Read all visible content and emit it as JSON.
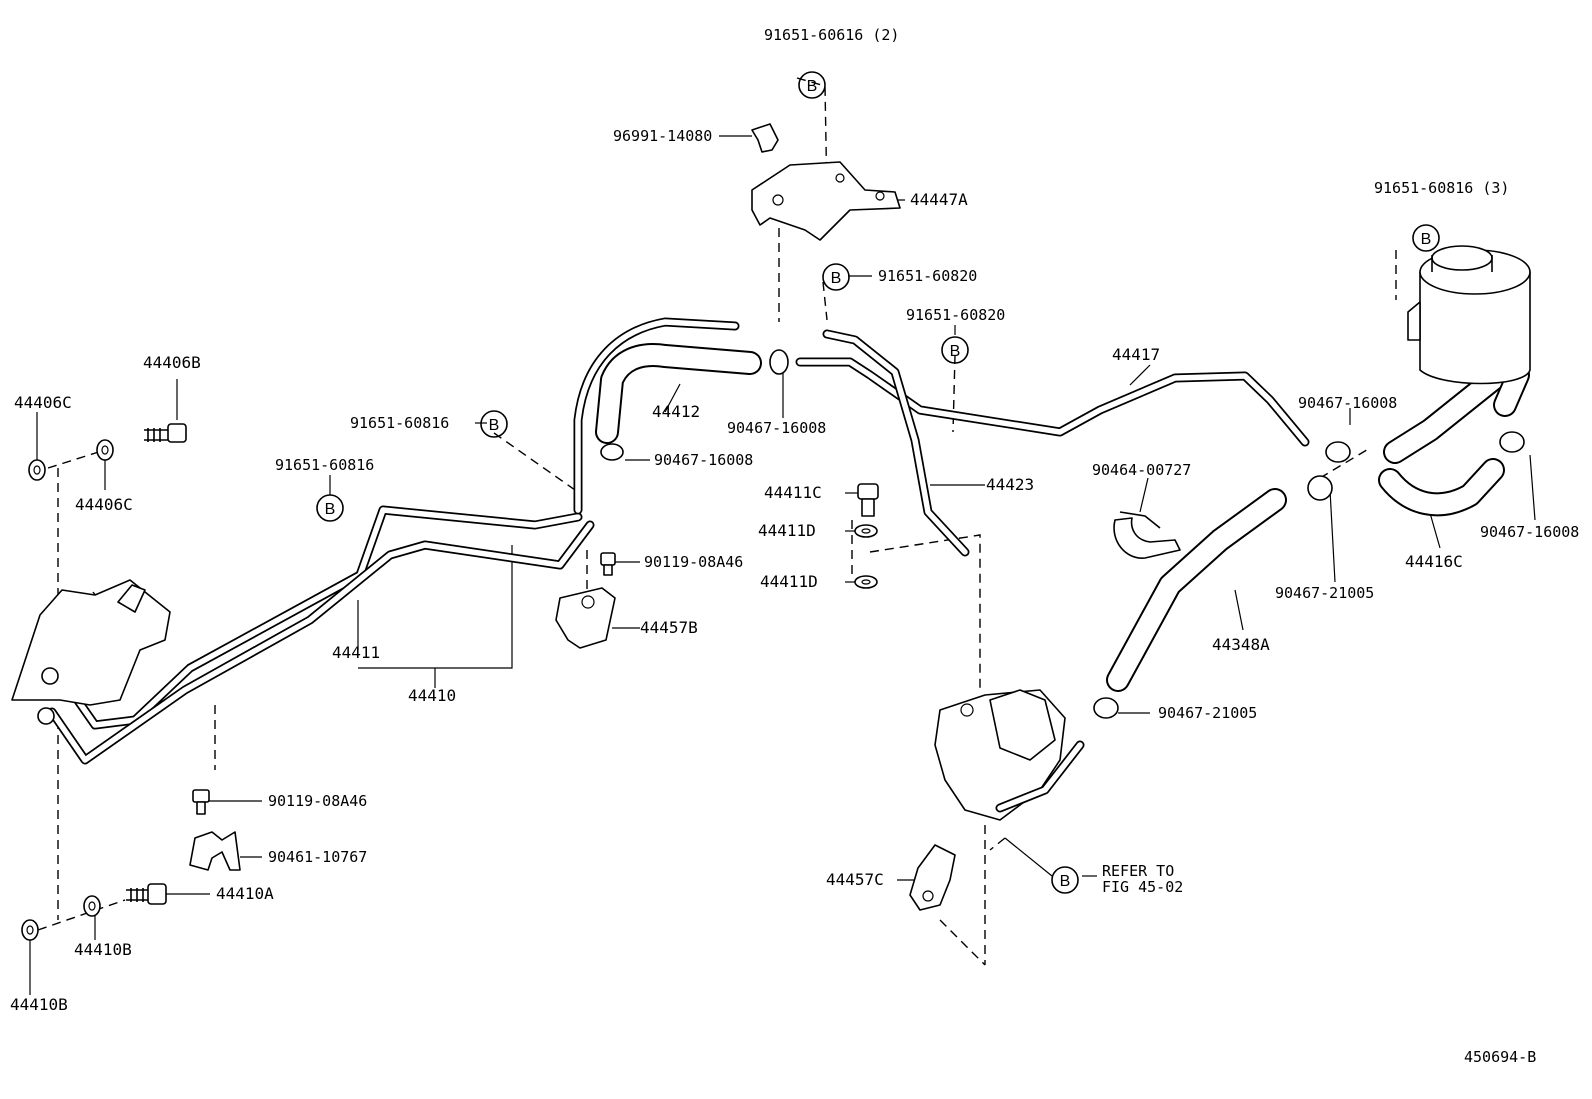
{
  "diagram": {
    "figure_code": "450694-B",
    "callout_letter": "B",
    "parts": {
      "p_91651_60616": "91651-60616 (2)",
      "p_96991_14080": "96991-14080",
      "p_44447A": "44447A",
      "p_91651_60816_3": "91651-60816 (3)",
      "p_91651_60820_a": "91651-60820",
      "p_91651_60820_b": "91651-60820",
      "p_44417": "44417",
      "p_44412": "44412",
      "p_90467_16008_a": "90467-16008",
      "p_90467_16008_b": "90467-16008",
      "p_90467_16008_c": "90467-16008",
      "p_90467_16008_d": "90467-16008",
      "p_91651_60816_a": "91651-60816",
      "p_91651_60816_b": "91651-60816",
      "p_44406B": "44406B",
      "p_44406C_a": "44406C",
      "p_44406C_b": "44406C",
      "p_44411C": "44411C",
      "p_44411D_a": "44411D",
      "p_44411D_b": "44411D",
      "p_44423": "44423",
      "p_90464_00727": "90464-00727",
      "p_90119_08A46_a": "90119-08A46",
      "p_90119_08A46_b": "90119-08A46",
      "p_44457B": "44457B",
      "p_44411": "44411",
      "p_44410": "44410",
      "p_44416C": "44416C",
      "p_90467_21005_a": "90467-21005",
      "p_90467_21005_b": "90467-21005",
      "p_44348A": "44348A",
      "p_90461_10767": "90461-10767",
      "p_44410A": "44410A",
      "p_44410B_a": "44410B",
      "p_44410B_b": "44410B",
      "p_44457C": "44457C",
      "refer_line1": "REFER TO",
      "refer_line2": "FIG 45-02"
    }
  }
}
